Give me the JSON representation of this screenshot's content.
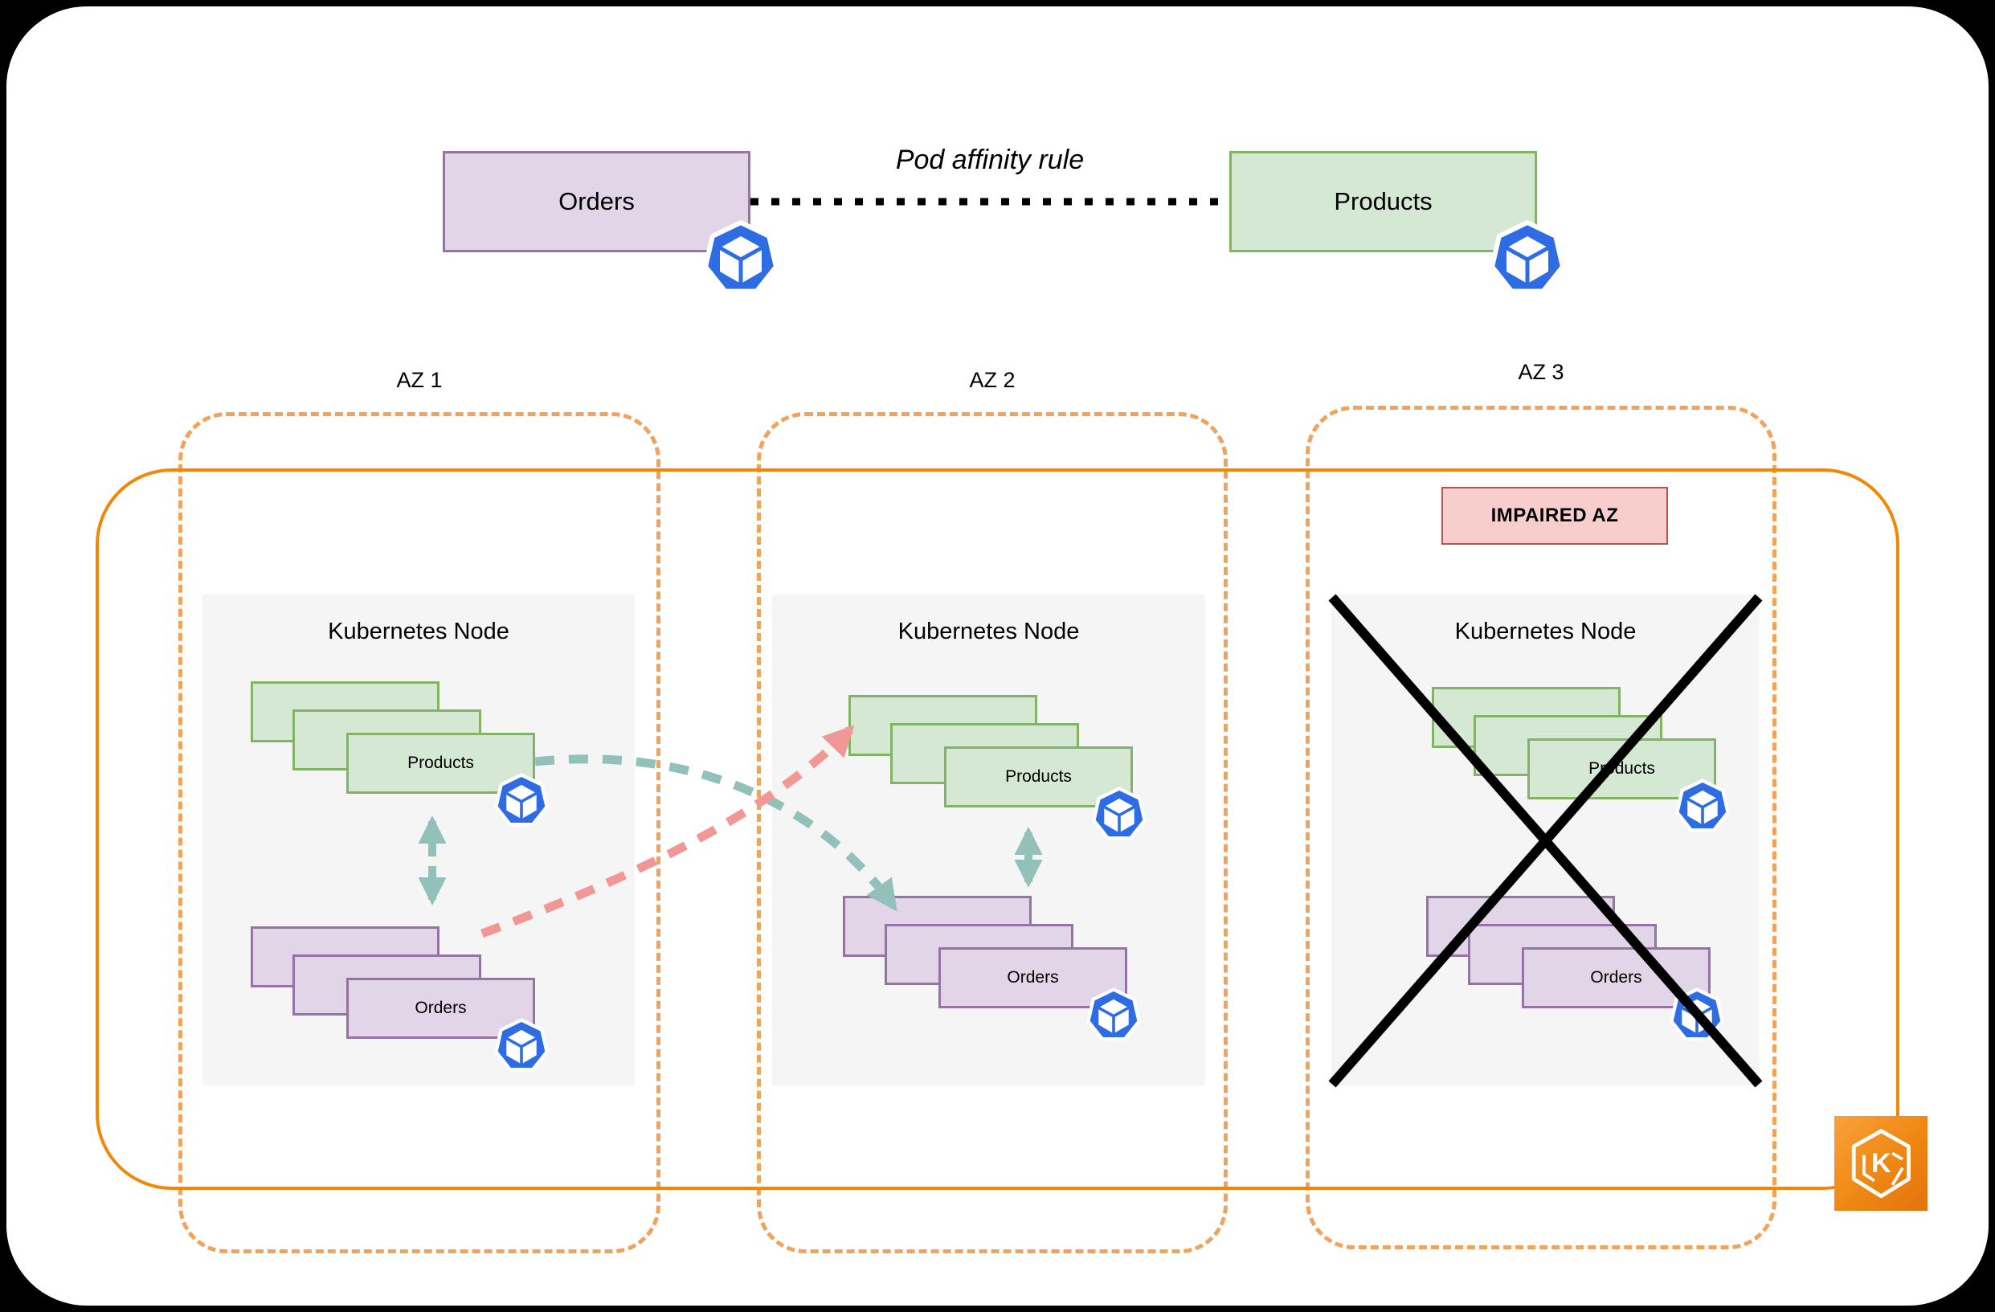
{
  "diagram": {
    "top": {
      "orders_label": "Orders",
      "affinity_label": "Pod affinity rule",
      "products_label": "Products"
    },
    "zones": [
      {
        "label": "AZ 1",
        "node": {
          "title": "Kubernetes Node",
          "products_label": "Products",
          "orders_label": "Orders"
        }
      },
      {
        "label": "AZ 2",
        "node": {
          "title": "Kubernetes Node",
          "products_label": "Products",
          "orders_label": "Orders"
        }
      },
      {
        "label": "AZ 3",
        "impaired_label": "IMPAIRED AZ",
        "node": {
          "title": "Kubernetes Node",
          "products_label": "Products",
          "orders_label": "Orders"
        }
      }
    ],
    "icons": {
      "pod": "kubernetes-pod-icon",
      "eks": "eks-cluster-icon",
      "eks_letter": "K"
    },
    "colors": {
      "orange_solid": "#F28705",
      "orange_dashed": "#F0A35C",
      "green_fill": "#D5E8D4",
      "green_border": "#82B366",
      "purple_fill": "#E1D5E7",
      "purple_border": "#9673A6",
      "node_fill": "#F5F5F5",
      "teal_arrow": "#92C1B9",
      "red_arrow": "#F19897",
      "impaired_fill": "#F8CECC",
      "impaired_border": "#B85450",
      "pod_blue": "#2D6CE3",
      "dotted_line": "#000000",
      "failure_x": "#000000"
    }
  }
}
